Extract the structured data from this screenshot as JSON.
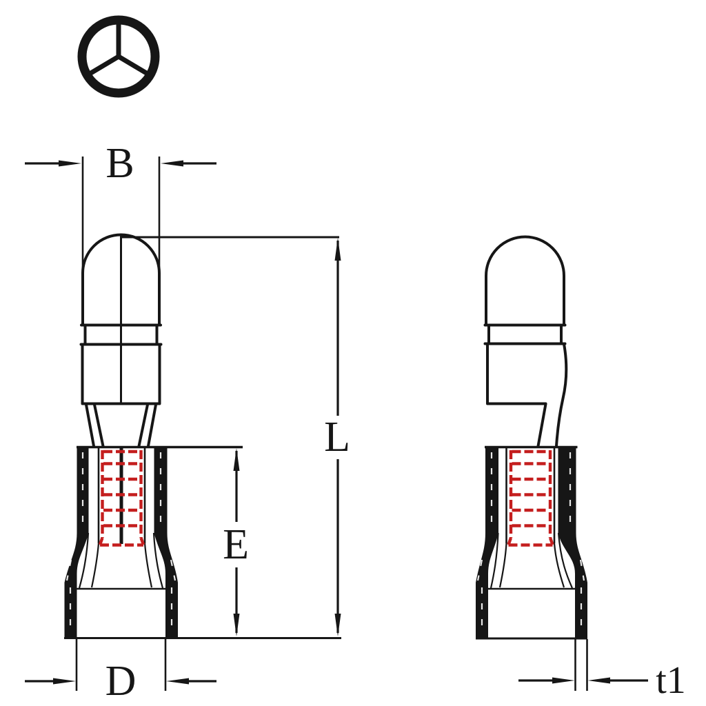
{
  "drawing": {
    "dimensions": {
      "b": {
        "label": "B"
      },
      "l": {
        "label": "L"
      },
      "e": {
        "label": "E"
      },
      "d": {
        "label": "D"
      },
      "t1": {
        "label": "t1"
      }
    },
    "colors": {
      "line": "#161616",
      "crimp": "#c41e1e",
      "background": "#ffffff"
    }
  }
}
